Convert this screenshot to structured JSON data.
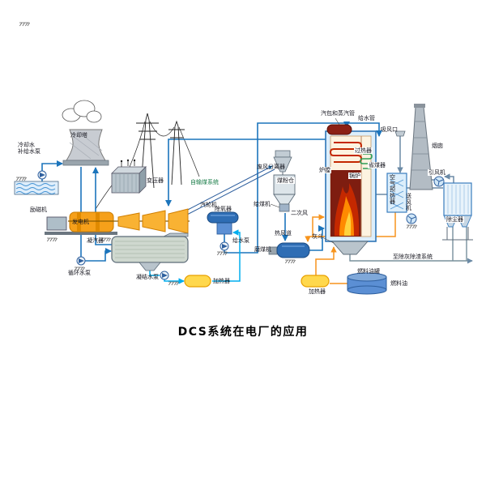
{
  "title": "DCS系统在电厂的应用",
  "labels": {
    "cooling_tower": "冷却塔",
    "cooling_makeup_pump": "冷却水\n补给水泵",
    "transformer": "变压器",
    "exciter": "励磁机",
    "generator": "发电机",
    "steam_turbine": "汽轮机",
    "condenser": "凝汽器",
    "circulating_pump": "循环水泵",
    "condensate_pump": "凝结水泵",
    "lp_heater": "加热器",
    "deaerator": "除氧器",
    "feed_pump": "给水泵",
    "coal_conveyor": "自输煤系统",
    "separator": "废风分离器",
    "coal_bunker": "煤粉仓",
    "coal_feeder": "给煤机",
    "secondary_air": "二次风",
    "hot_air_duct": "热风道",
    "coal_mill": "磨煤机",
    "ash_hopper": "灰斗",
    "furnace": "炉膛",
    "boiler": "锅炉",
    "superheater": "过热器",
    "economizer": "省煤器",
    "drum_steam_pipe": "汽包和蒸汽管",
    "feedwater_pipe": "给水管",
    "air_inlet": "吸风口",
    "chimney": "烟囱",
    "induced_fan": "引风机",
    "air_preheater": "空气预热器",
    "forced_fan": "送风机",
    "dust_collector": "除尘器",
    "ash_removal": "至除灰除渣系统",
    "fuel_oil_tank": "燃料油罐",
    "fuel_oil": "燃料油",
    "oil_heater": "加热器"
  },
  "colors": {
    "pipe_blue": "#1c75bc",
    "pipe_cyan": "#00aeef",
    "air_orange": "#f7941d",
    "flue_gray": "#6b8aa6",
    "machine_yellow": "#f9b233",
    "flame_red": "#c42800",
    "flame_orange": "#ff8a00",
    "flame_yellow": "#ffd23d",
    "vessel_blue": "#2e6db4",
    "label_green": "#157a45"
  }
}
